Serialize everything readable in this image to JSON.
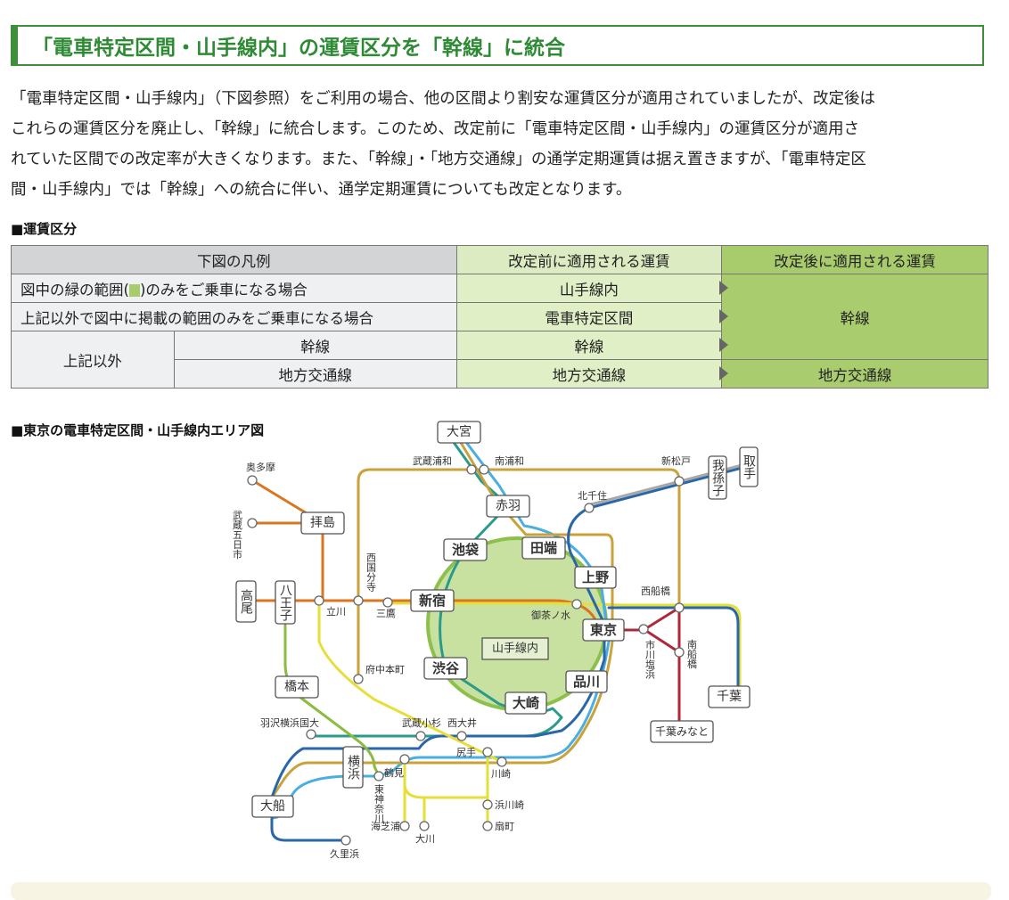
{
  "title": "「電車特定区間・山手線内」の運賃区分を「幹線」に統合",
  "paragraph": [
    "「電車特定区間・山手線内」（下図参照）をご利用の場合、他の区間より割安な運賃区分が適用されていましたが、改定後は",
    "これらの運賃区分を廃止し、「幹線」に統合します。このため、改定前に「電車特定区間・山手線内」の運賃区分が適用さ",
    "れていた区間での改定率が大きくなります。また、「幹線」・「地方交通線」の通学定期運賃は据え置きますが、「電車特定区",
    "間・山手線内」では「幹線」への統合に伴い、通学定期運賃についても改定となります。"
  ],
  "fare_section_title": "■運賃区分",
  "table": {
    "headers": [
      "下図の凡例",
      "改定前に適用される運賃",
      "改定後に適用される運賃"
    ],
    "row1": {
      "label_pre": "図中の緑の範囲(",
      "label_post": ")のみをご乗車になる場合",
      "before": "山手線内"
    },
    "row2": {
      "label": "上記以外で図中に掲載の範囲のみをご乗車になる場合",
      "before": "電車特定区間"
    },
    "merged_after": "幹線",
    "row3": {
      "group": "上記以外",
      "label": "幹線",
      "before": "幹線"
    },
    "row4": {
      "label": "地方交通線",
      "before": "地方交通線",
      "after": "地方交通線"
    },
    "colors": {
      "header_gray": "#d2d4d6",
      "before_green": "#e0efc6",
      "after_green": "#a9cc6e"
    }
  },
  "map_title": "■東京の電車特定区間・山手線内エリア図",
  "map": {
    "area_label": "山手線内",
    "boxes": {
      "omiya": "大宮",
      "abiko": "我孫子",
      "toride": "取手",
      "akabane": "赤羽",
      "ikebukuro": "池袋",
      "tabata": "田端",
      "ueno": "上野",
      "shinjuku": "新宿",
      "tokyo": "東京",
      "shibuya": "渋谷",
      "shinagawa": "品川",
      "osaki": "大崎",
      "chiba": "千葉",
      "chibaminato": "千葉みなと",
      "haijima": "拝島",
      "takao": "高尾",
      "hachioji": "八王子",
      "hashimoto": "橋本",
      "yokohama": "横浜",
      "ofuna": "大船"
    },
    "stations": {
      "musashiurawa": "武蔵浦和",
      "minamiurawa": "南浦和",
      "shinmatsudo": "新松戸",
      "kitasenju": "北千住",
      "ochanomizu": "御茶ノ水",
      "nishifunabashi": "西船橋",
      "ichikawashiohama": "市川塩浜",
      "minamifunabashi": "南船橋",
      "okutama": "奥多摩",
      "musashiitsukaichi": "武蔵五日市",
      "tachikawa": "立川",
      "nishikokubunji": "西国分寺",
      "mitaka": "三鷹",
      "fuchuhommachi": "府中本町",
      "hazawa": "羽沢横浜国大",
      "musashikosugi": "武蔵小杉",
      "nishioi": "西大井",
      "shitte": "尻手",
      "kawasaki": "川崎",
      "tsurumi": "鶴見",
      "higashikanagawa": "東神奈川",
      "kurihama": "久里浜",
      "hamakawasaki": "浜川崎",
      "umishibaura": "海芝浦",
      "okawa": "大川",
      "ogimachi": "扇町"
    },
    "line_colors": {
      "chuo": "#d9761f",
      "musashino": "#c9a23b",
      "saikyo": "#2a9b8a",
      "keihin": "#4aaee0",
      "yokosuka": "#2a67a8",
      "yellow": "#e6df3a",
      "yokohama": "#8bbb40",
      "keiyo": "#b0263a",
      "joban": "#a8a8a8",
      "yamanote_fill": "#c8e0a0"
    }
  }
}
